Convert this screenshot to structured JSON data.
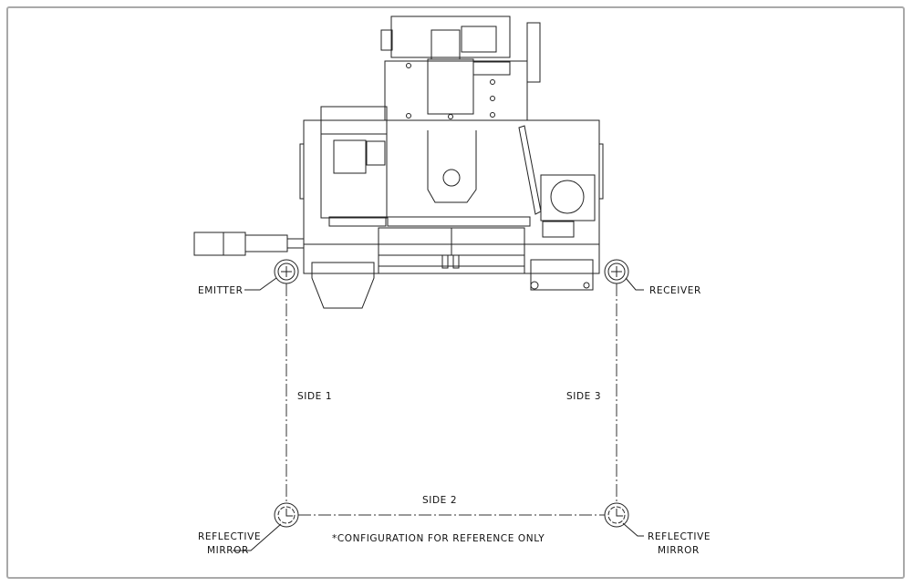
{
  "labels": {
    "emitter": "EMITTER",
    "receiver": "RECEIVER",
    "side1": "SIDE 1",
    "side2": "SIDE 2",
    "side3": "SIDE 3",
    "mirror_left_line1": "REFLECTIVE",
    "mirror_left_line2": "MIRROR",
    "mirror_right_line1": "REFLECTIVE",
    "mirror_right_line2": "MIRROR",
    "note": "*CONFIGURATION FOR REFERENCE ONLY"
  }
}
